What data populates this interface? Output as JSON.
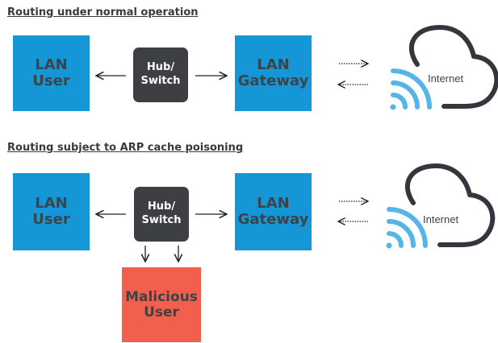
{
  "normal": {
    "title": "Routing under normal operation",
    "lan_user": "LAN\nUser",
    "hub": "Hub/\nSwitch",
    "gateway": "LAN\nGateway",
    "internet": "Internet"
  },
  "poisoned": {
    "title": "Routing subject to ARP cache poisoning",
    "lan_user": "LAN\nUser",
    "hub": "Hub/\nSwitch",
    "gateway": "LAN\nGateway",
    "malicious": "Malicious\nUser",
    "internet": "Internet"
  },
  "colors": {
    "node_blue": "#1596d7",
    "hub_dark": "#3e3f42",
    "malicious_red": "#f25f4d",
    "wifi_blue": "#56b4e6",
    "cloud_dark": "#33363c"
  }
}
